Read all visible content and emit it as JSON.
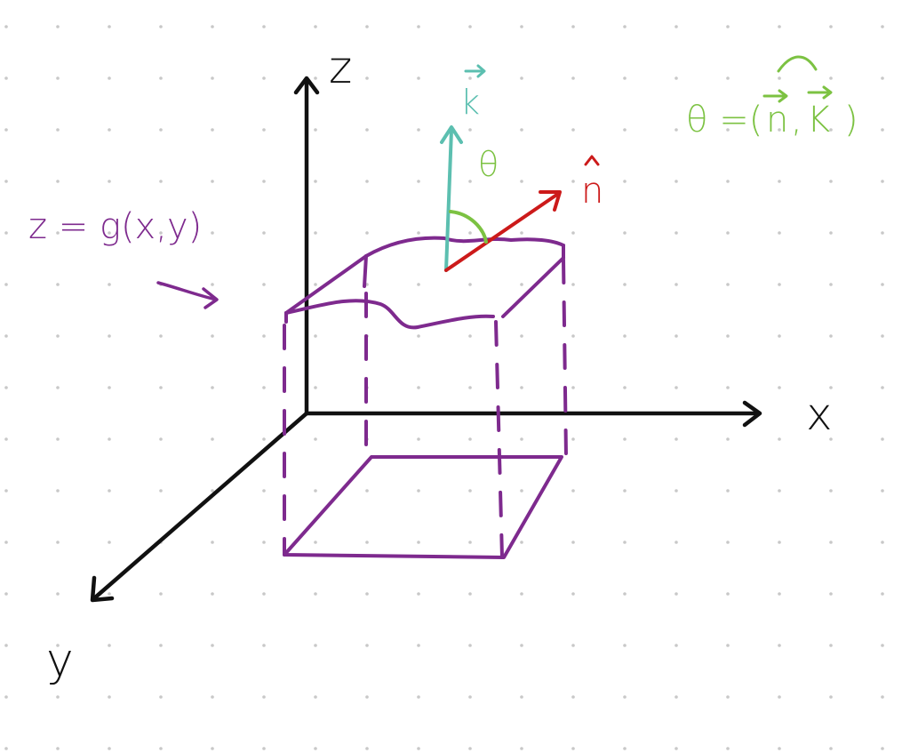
{
  "axes": {
    "x_label": "x",
    "y_label": "y",
    "z_label": "z"
  },
  "vectors": {
    "k_label": "k",
    "n_label": "n",
    "angle_label": "θ"
  },
  "annotations": {
    "surface_equation": "z = g(x,y)",
    "angle_definition_prefix": "θ =(",
    "angle_definition_n": "n",
    "angle_definition_sep": ",",
    "angle_definition_k": "K",
    "angle_definition_suffix": ")"
  },
  "colors": {
    "axis": "#111111",
    "surface": "#7e2a8e",
    "k_vector": "#5cbfb0",
    "n_vector": "#cc1a1a",
    "angle": "#7cc242",
    "grid_dot": "#c8c8c8"
  }
}
